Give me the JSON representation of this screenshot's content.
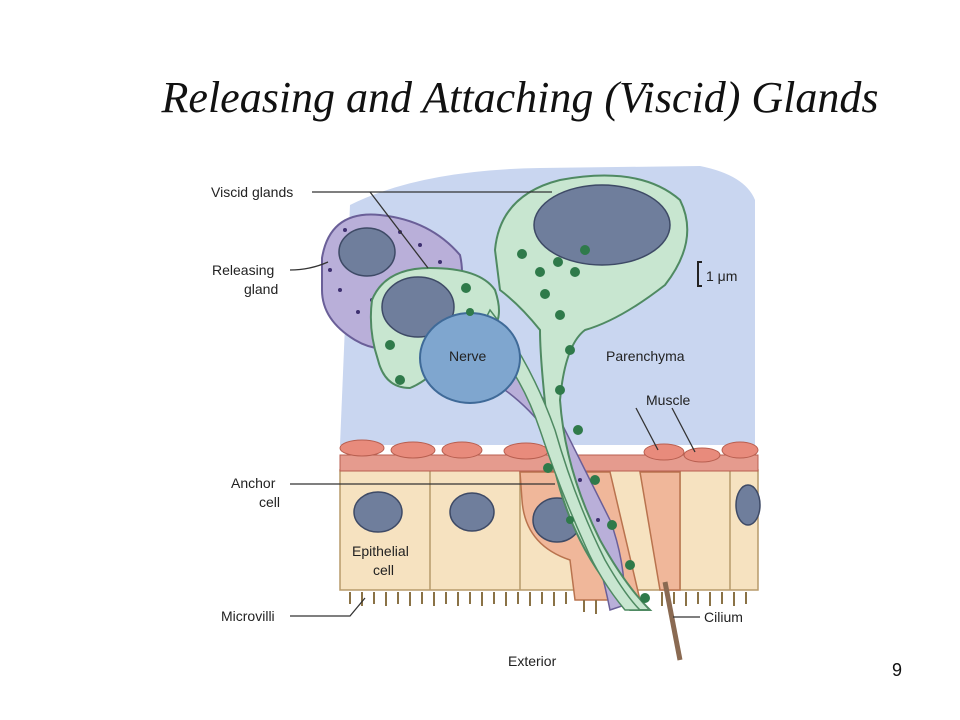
{
  "title": "Releasing and Attaching (Viscid) Glands",
  "slide_number": "9",
  "diagram": {
    "labels": {
      "viscid_glands": "Viscid glands",
      "releasing_gland_line1": "Releasing",
      "releasing_gland_line2": "gland",
      "scale_bar": "1 μm",
      "nerve": "Nerve",
      "parenchyma": "Parenchyma",
      "muscle": "Muscle",
      "anchor_cell_line1": "Anchor",
      "anchor_cell_line2": "cell",
      "epithelial_cell_line1": "Epithelial",
      "epithelial_cell_line2": "cell",
      "microvilli": "Microvilli",
      "cilium": "Cilium",
      "exterior": "Exterior"
    },
    "colors": {
      "parenchyma": "#c9d6f0",
      "viscid_gland": "#c8e6d0",
      "viscid_granule": "#2f7a4a",
      "releasing_gland": "#b9afd9",
      "nucleus": "#6f7e9c",
      "nerve": "#7fa6cf",
      "muscle": "#e59b8e",
      "epithelium": "#f6e2c0",
      "anchor_cell": "#f0b79a"
    }
  }
}
